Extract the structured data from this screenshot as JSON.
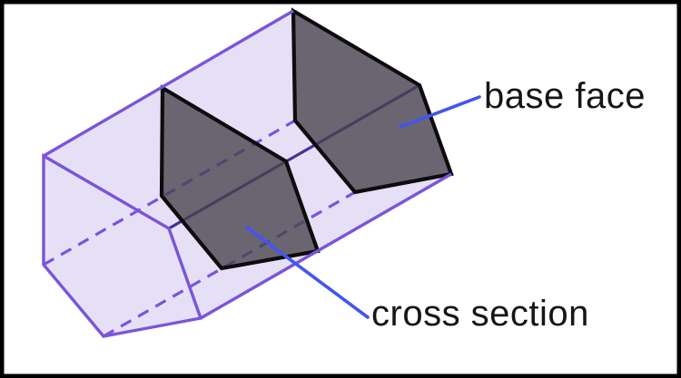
{
  "diagram": {
    "type": "pentagonal-prism-cross-section-figure",
    "labels": {
      "base_face": "base face",
      "cross_section": "cross section"
    }
  },
  "colors": {
    "frame": "#000000",
    "bg": "#ffffff",
    "purple": "#7b54da",
    "indigo": "#443097",
    "lavender": "#e6e0f6",
    "face": "#48424d",
    "outline": "#0d0c0e",
    "blue": "#4355f0",
    "text": "#161616"
  }
}
